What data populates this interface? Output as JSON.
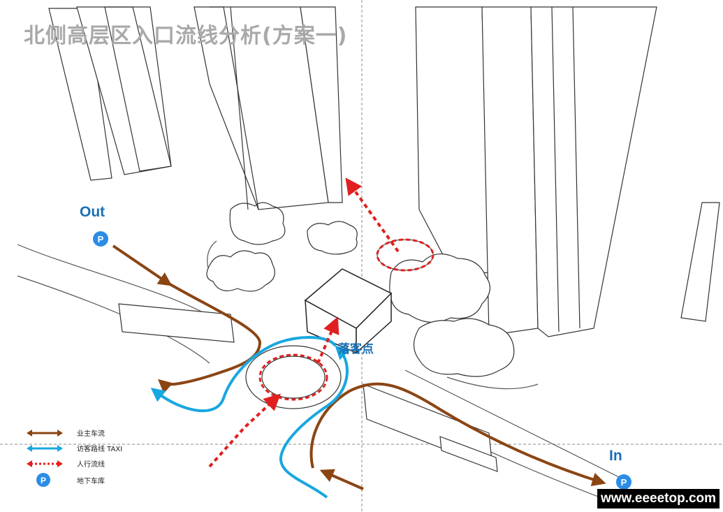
{
  "title": "北侧高层区入口流线分析(方案一)",
  "labels": {
    "out": "Out",
    "in": "In",
    "drop_off": "落客点"
  },
  "legend": [
    {
      "label": "业主车流",
      "color": "#8B4513",
      "icon": "double-arrow-brown-icon"
    },
    {
      "label": "访客路线 TAXI",
      "color": "#19A7E0",
      "icon": "double-arrow-blue-icon"
    },
    {
      "label": "人行流线",
      "color": "#E02020",
      "icon": "dotted-double-arrow-red-icon"
    },
    {
      "label": "地下车库",
      "color": "#2B8CE6",
      "icon": "parking-icon"
    }
  ],
  "parking_symbol": "P",
  "watermark": "www.eeeetop.com",
  "colors": {
    "owner_flow": "#8B4513",
    "visitor_flow": "#19A7E0",
    "pedestrian_flow": "#E02020",
    "parking": "#2B8CE6",
    "linework": "#333333"
  }
}
